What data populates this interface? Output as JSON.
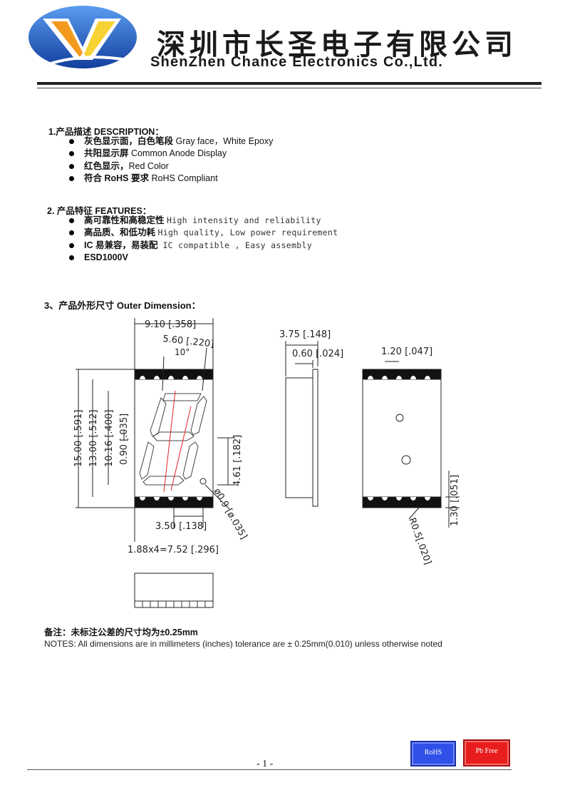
{
  "header": {
    "company_cn": "深圳市长圣电子有限公司",
    "company_en": "ShenZhen Chance Electronics Co.,Ltd.",
    "colors": {
      "logo_blue": "#1f5fc9",
      "logo_orange": "#f39a1e",
      "logo_yellow": "#f7d233"
    }
  },
  "description": {
    "title": "1.产品描述 DESCRIPTION：",
    "items": [
      {
        "cn": "灰色显示面，白色笔段",
        "en": "Gray face，White Epoxy"
      },
      {
        "cn": "共阳显示屏",
        "en": "Common Anode Display"
      },
      {
        "cn": "红色显示，",
        "en": "Red Color"
      },
      {
        "cn": "符合 RoHS 要求",
        "en": "RoHS Compliant"
      }
    ]
  },
  "features": {
    "title": "2. 产品特征 FEATURES：",
    "items": [
      {
        "cn": "高可靠性和高稳定性",
        "en": "High intensity and reliability"
      },
      {
        "cn": "高品质、和低功耗",
        "en": "High quality, Low power requirement"
      },
      {
        "cn": "IC 易兼容，易装配",
        "en": "IC compatible , Easy assembly"
      },
      {
        "cn": "ESD1000V",
        "en": ""
      }
    ]
  },
  "dimension": {
    "title": "3、产品外形尺寸 Outer Dimension：",
    "labels": {
      "width_total": "9.10 [.358]",
      "digit_width": "5.60 [.220]",
      "slant": "10°",
      "height_total": "15.00 [.591]",
      "height_face": "13.00 [.512]",
      "digit_height": "10.16 [.400]",
      "seg_width": "0.90 [.035]",
      "half_height": "4.61 [.182]",
      "dp_dia": "ø0.9 [ø.035]",
      "dp_offset": "3.50 [.138]",
      "pin_pitch": "1.88x4=7.52 [.296]",
      "depth": "3.75 [.148]",
      "face_thick": "0.60 [.024]",
      "pin_width": "1.20 [.047]",
      "pin_height": "1.30 [.051]",
      "radius": "R0.5[.020]"
    },
    "colors": {
      "center_line": "#e02020"
    }
  },
  "notes": {
    "cn": "备注：未标注公差的尺寸均为±0.25mm",
    "en": "NOTES: All dimensions are in millimeters (inches) tolerance are ± 0.25mm(0.010) unless otherwise noted"
  },
  "badges": {
    "rohs": "RoHS",
    "pb_free": "Pb Free"
  },
  "footer": {
    "page_number": "- 1 -"
  }
}
